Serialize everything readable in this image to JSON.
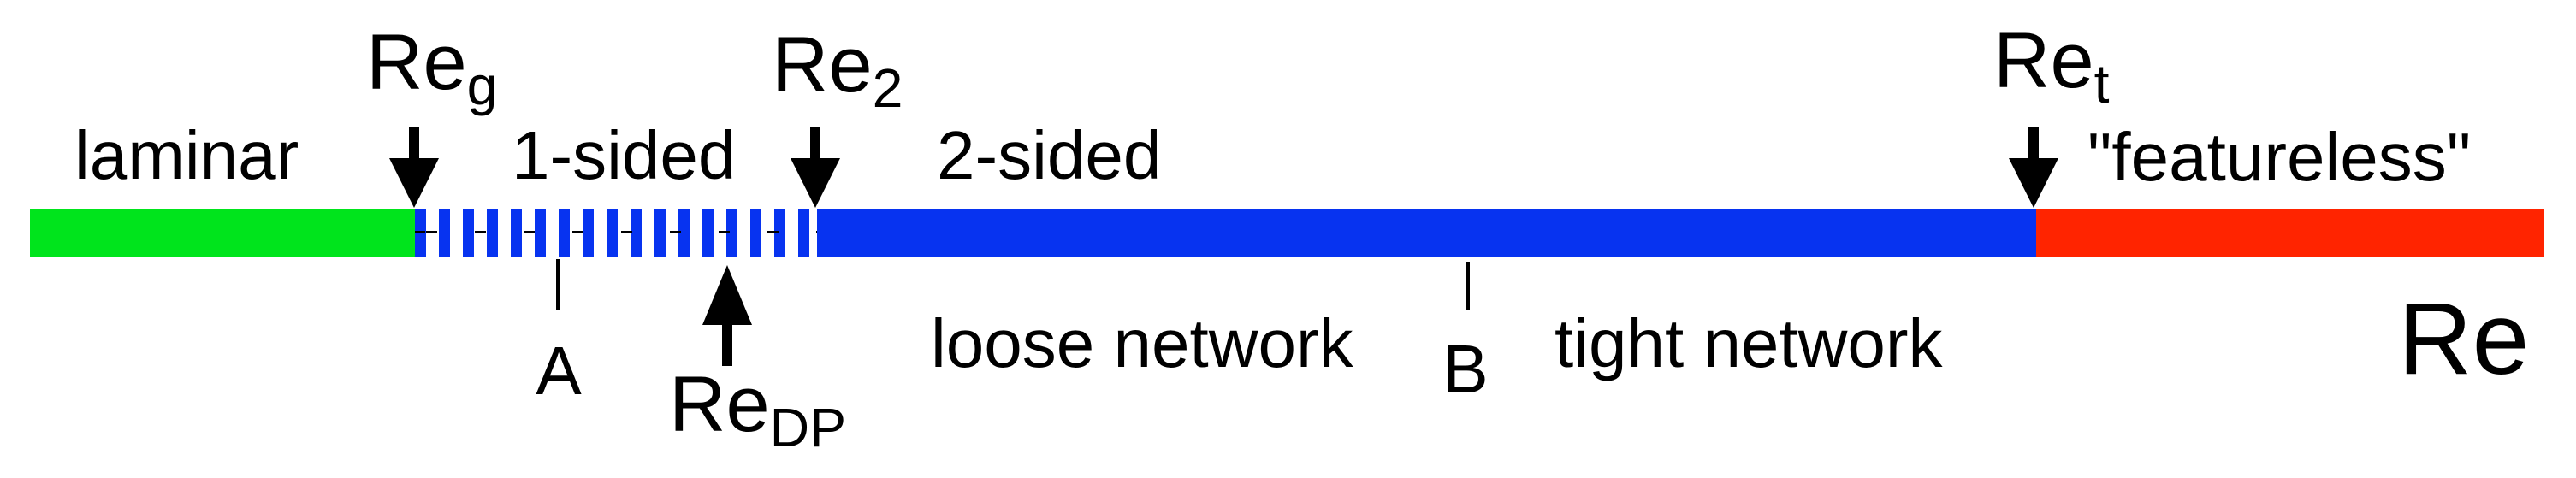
{
  "diagram": {
    "axis_label": "Re",
    "colors": {
      "laminar_green": "#00e41c",
      "network_blue": "#0733f0",
      "featureless_red": "#ff2400",
      "marks_black": "#000000"
    },
    "regions": [
      {
        "id": "laminar",
        "label": "laminar",
        "bar_style": "solid green"
      },
      {
        "id": "one-sided",
        "label": "1-sided",
        "bar_style": "dashed blue stripes with black center dashes"
      },
      {
        "id": "two-sided",
        "label": "2-sided",
        "bar_style": "solid blue"
      },
      {
        "id": "featureless",
        "label": "\"featureless\"",
        "bar_style": "solid red"
      }
    ],
    "thresholds": [
      {
        "id": "Re_g",
        "base": "Re",
        "subscript": "g",
        "arrow_direction": "down",
        "position": "laminar / 1-sided boundary"
      },
      {
        "id": "Re_2",
        "base": "Re",
        "subscript": "2",
        "arrow_direction": "down",
        "position": "1-sided / 2-sided boundary"
      },
      {
        "id": "Re_t",
        "base": "Re",
        "subscript": "t",
        "arrow_direction": "down",
        "position": "2-sided / featureless boundary"
      },
      {
        "id": "Re_DP",
        "base": "Re",
        "subscript": "DP",
        "arrow_direction": "up",
        "position": "inside 1-sided region"
      }
    ],
    "point_markers": [
      {
        "id": "A",
        "label": "A",
        "position": "inside 1-sided region"
      },
      {
        "id": "B",
        "label": "B",
        "position": "inside 2-sided region"
      }
    ],
    "network_labels": [
      {
        "id": "loose",
        "label": "loose network"
      },
      {
        "id": "tight",
        "label": "tight network"
      }
    ]
  }
}
